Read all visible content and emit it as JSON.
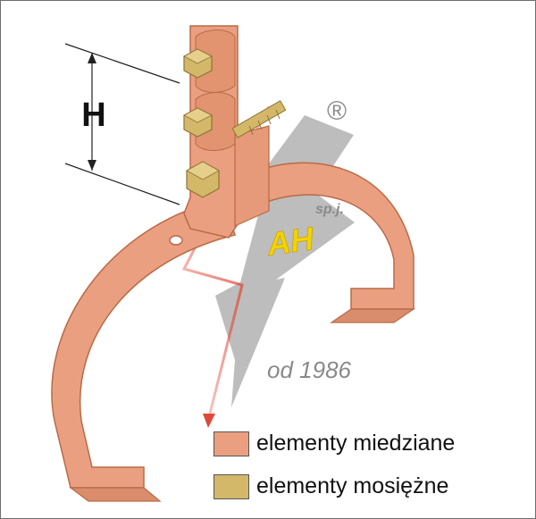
{
  "diagram": {
    "dimension_label": "H",
    "registered_mark": "®",
    "logo": {
      "letters": "AH",
      "company_suffix": "sp.j.",
      "since": "od 1986"
    }
  },
  "legend": [
    {
      "label": "elementy miedziane",
      "color": "#eaa080"
    },
    {
      "label": "elementy mosiężne",
      "color": "#d4b86a"
    }
  ],
  "colors": {
    "copper": "#eaa080",
    "copper_dark": "#b96a46",
    "brass": "#d4b86a",
    "brass_dark": "#8e7433",
    "lightning_grey": "#bdbdbd",
    "lightning_red": "#e04a3a",
    "logo_yellow": "#f3d400"
  }
}
